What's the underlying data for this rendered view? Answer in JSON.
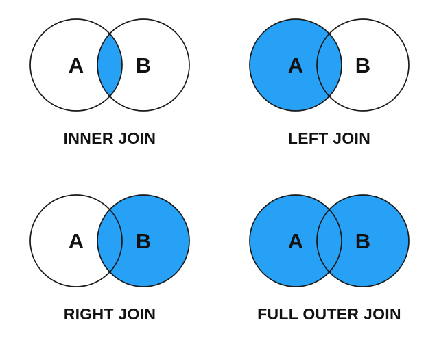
{
  "colors": {
    "highlight": "#26A1F5",
    "empty_fill": "#ffffff",
    "outline": "#1a1a1a",
    "text": "#111111"
  },
  "diagrams": [
    {
      "id": "inner-join",
      "title": "INNER JOIN",
      "left_label": "A",
      "right_label": "B",
      "left_filled": false,
      "right_filled": false,
      "intersection_filled": true
    },
    {
      "id": "left-join",
      "title": "LEFT JOIN",
      "left_label": "A",
      "right_label": "B",
      "left_filled": true,
      "right_filled": false,
      "intersection_filled": true
    },
    {
      "id": "right-join",
      "title": "RIGHT JOIN",
      "left_label": "A",
      "right_label": "B",
      "left_filled": false,
      "right_filled": true,
      "intersection_filled": true
    },
    {
      "id": "full-outer-join",
      "title": "FULL OUTER JOIN",
      "left_label": "A",
      "right_label": "B",
      "left_filled": true,
      "right_filled": true,
      "intersection_filled": true
    }
  ]
}
